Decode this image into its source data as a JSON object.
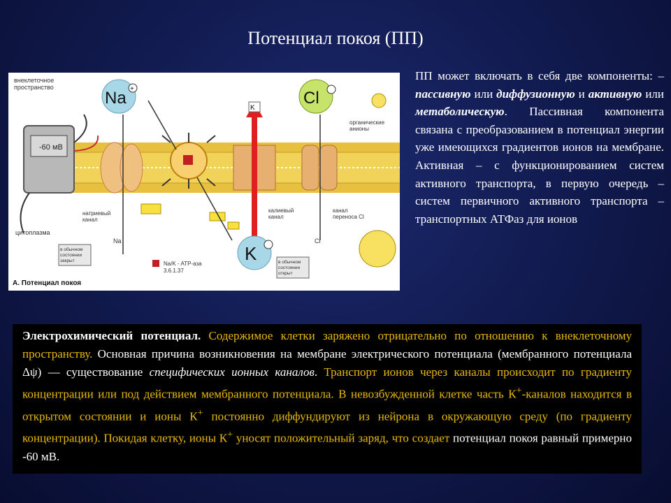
{
  "slide": {
    "title": "Потенциал покоя (ПП)"
  },
  "figure": {
    "labels": {
      "extracellular": [
        "внеклеточное",
        "пространство"
      ],
      "voltmeter_display": "-60 мВ",
      "na_ion": "Na",
      "na_plus": "+",
      "k_small": "K",
      "cl_ion": "Cl",
      "organic_anions": [
        "органические",
        "анионы"
      ],
      "na_channel": [
        "натриевый",
        "канал"
      ],
      "k_channel": [
        "калиевый",
        "канал"
      ],
      "cl_channel": [
        "канал",
        "переноса Cl"
      ],
      "cytoplasm": "цитоплазма",
      "na_small_inside": "Na",
      "k_big": "K",
      "cl_small_inside": "Cl",
      "closed_state_left": [
        "в обычном",
        "состоянии",
        "закрыт"
      ],
      "open_state_right": [
        "в обычном",
        "состоянии",
        "открыт"
      ],
      "atpase": [
        "Na/K - ATP-аза",
        "3.6.1.37"
      ],
      "caption": "А. Потенциал покоя"
    }
  },
  "side_text": {
    "p1": "ПП может включать в себя две компоненты: –",
    "passive": "пассивную",
    "or1": "или",
    "diffusion": "диффузионную",
    "and": "и",
    "active": "активную",
    "or2": "или",
    "metabolic": "метаболическую",
    "rest": ". Пассивная компонента связана с преобразованием в потенциал энергии уже имеющихся градиентов ионов на мембране. Активная – с функционированием систем активного транспорта, в первую очередь – систем первичного активного транспорта – транспортных АТФаз для ионов"
  },
  "bottom_text": {
    "heading": "Электрохимический потенциал.",
    "s1": " Содержимое клетки заряжено отрицательно по отношению к внеклеточному пространству.",
    "s2": " Основная причина возникновения на мембране электрического потенциала (мембранного потенциала Δψ) — существование",
    "s2_italic": "специфических ионных каналов",
    "s2_end": ".",
    "s3": " Транспорт ионов через каналы происходит по градиенту концентрации или под действием мембранного потенциала. В невозбужденной клетке часть К",
    "sup1": "+",
    "s4": "-каналов находится в открытом состоянии и ионы К",
    "sup2": "+",
    "s5": " постоянно диффундируют из нейрона в окружающую среду (по градиенту концентрации). Покидая клетку, ионы К",
    "sup3": "+",
    "s6": " уносят положительный заряд, что",
    "s7": "создает",
    "s8": " потенциал покоя равный примерно -60 мВ."
  },
  "colors": {
    "background": "#121c52",
    "title": "#ffffff",
    "highlight": "#e8b80f",
    "membrane": "#f2d35a",
    "na_circle": "#a8d8e8",
    "cl_circle": "#c8e36a",
    "k_circle": "#a8d8e8",
    "arrow_red": "#e02020"
  }
}
